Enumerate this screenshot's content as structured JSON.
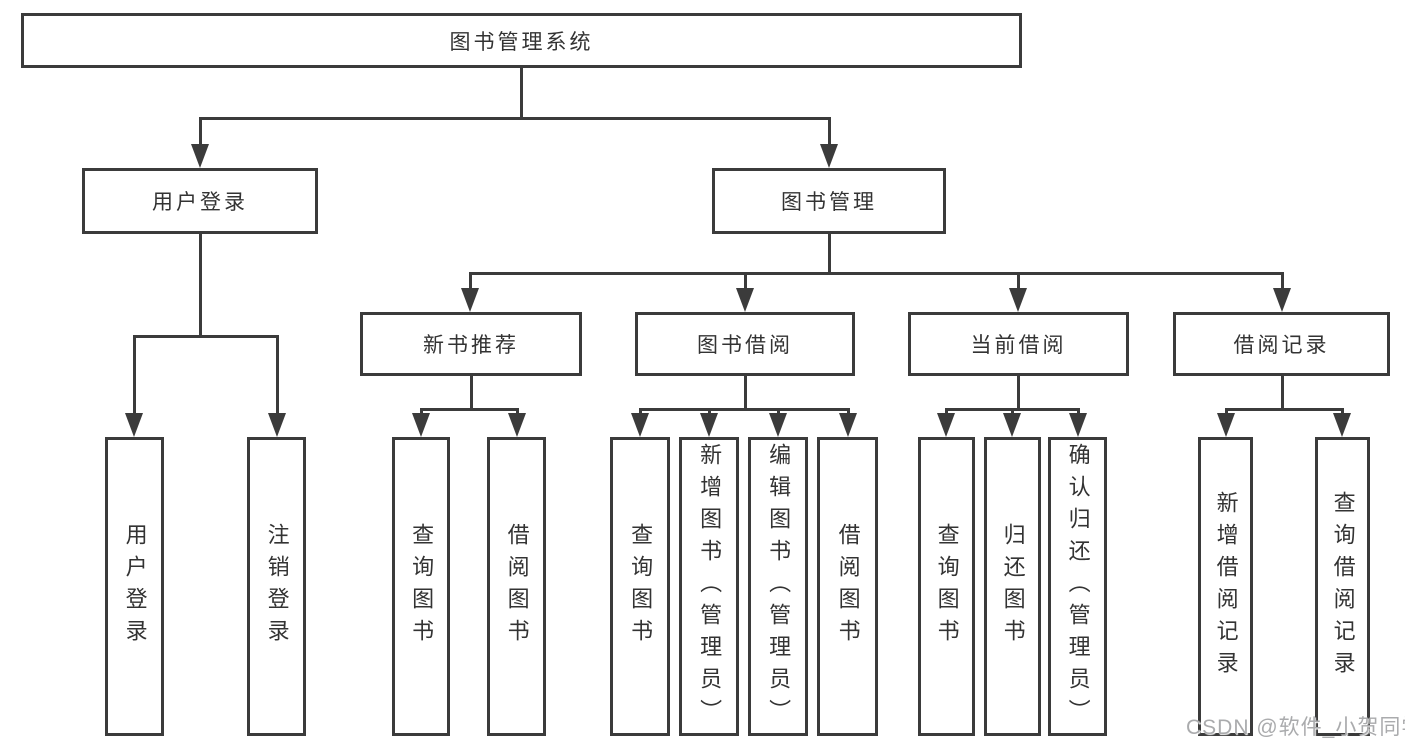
{
  "diagram": {
    "nodes": {
      "root": "图书管理系统",
      "level2": [
        "用户登录",
        "图书管理"
      ],
      "level3": [
        "新书推荐",
        "图书借阅",
        "当前借阅",
        "借阅记录"
      ],
      "leaves": [
        "用户登录",
        "注销登录",
        "查询图书",
        "借阅图书",
        "查询图书",
        "新增图书（管理员）",
        "编辑图书（管理员）",
        "借阅图书",
        "查询图书",
        "归还图书",
        "确认归还（管理员）",
        "新增借阅记录",
        "查询借阅记录"
      ]
    },
    "watermark": "CSDN @软件_小贺同学",
    "colors": {
      "line": "#3b3b3b",
      "text": "#333333",
      "background": "#ffffff",
      "watermark": "#aaabad"
    }
  }
}
